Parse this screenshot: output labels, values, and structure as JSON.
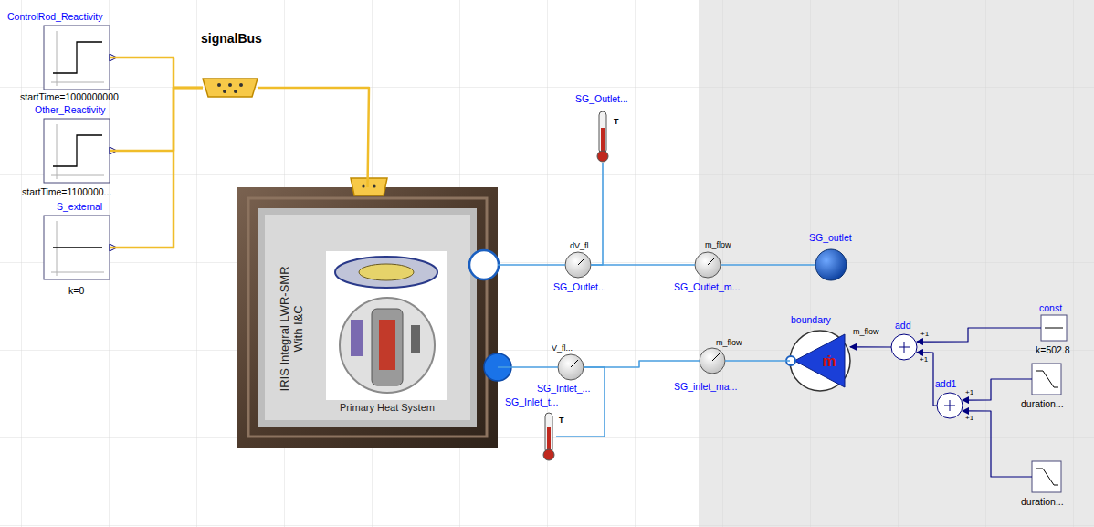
{
  "diagram": {
    "nodes": [
      {
        "text": [
          "ControlRod_Reactivity",
          "startTime=1000000000"
        ]
      },
      {
        "text": [
          "Other_Reactivity",
          "startTime=1100000..."
        ]
      },
      {
        "text": [
          "S_external",
          "k=0"
        ]
      },
      {
        "text": [
          "signalBus"
        ]
      },
      {
        "text": [
          "IRIS Integral LWR-SMR With I&C",
          "Primary Heat System"
        ]
      },
      {
        "text": [
          "SG_Outlet...",
          "T"
        ]
      },
      {
        "text": [
          "dV_fl.",
          "SG_Outlet..."
        ]
      },
      {
        "text": [
          "m_flow",
          "SG_Outlet_m..."
        ]
      },
      {
        "text": [
          "SG_outlet"
        ]
      },
      {
        "text": [
          "V_fl...",
          "SG_Intlet_..."
        ]
      },
      {
        "text": [
          "m_flow",
          "SG_inlet_ma..."
        ]
      },
      {
        "text": [
          "SG_Inlet_t...",
          "T"
        ]
      },
      {
        "text": [
          "boundary",
          "m_flow",
          "ṁ"
        ]
      },
      {
        "text": [
          "add",
          "+1",
          "+1"
        ]
      },
      {
        "text": [
          "const",
          "k=502.8"
        ]
      },
      {
        "text": [
          "add1",
          "+1",
          "+1"
        ]
      },
      {
        "text": [
          "duration..."
        ]
      },
      {
        "text": [
          "duration..."
        ]
      }
    ],
    "edges": [
      {
        "from": 0,
        "to": 3,
        "arrow": "none"
      },
      {
        "from": 1,
        "to": 3,
        "arrow": "none"
      },
      {
        "from": 2,
        "to": 3,
        "arrow": "none"
      },
      {
        "from": 3,
        "to": 4,
        "arrow": "none"
      },
      {
        "from": 4,
        "to": 6,
        "arrow": "none"
      },
      {
        "from": 5,
        "to": 6,
        "arrow": "none"
      },
      {
        "from": 6,
        "to": 7,
        "arrow": "none"
      },
      {
        "from": 7,
        "to": 8,
        "arrow": "none"
      },
      {
        "from": 4,
        "to": 9,
        "arrow": "none"
      },
      {
        "from": 11,
        "to": 9,
        "arrow": "none"
      },
      {
        "from": 10,
        "to": 9,
        "arrow": "none"
      },
      {
        "from": 12,
        "to": 10,
        "arrow": "none"
      },
      {
        "from": 14,
        "to": 13,
        "arrow": "to"
      },
      {
        "from": 15,
        "to": 13,
        "arrow": "to"
      },
      {
        "from": 13,
        "to": 12,
        "arrow": "to"
      },
      {
        "from": 16,
        "to": 15,
        "arrow": "to"
      },
      {
        "from": 17,
        "to": 15,
        "arrow": "to"
      }
    ]
  }
}
